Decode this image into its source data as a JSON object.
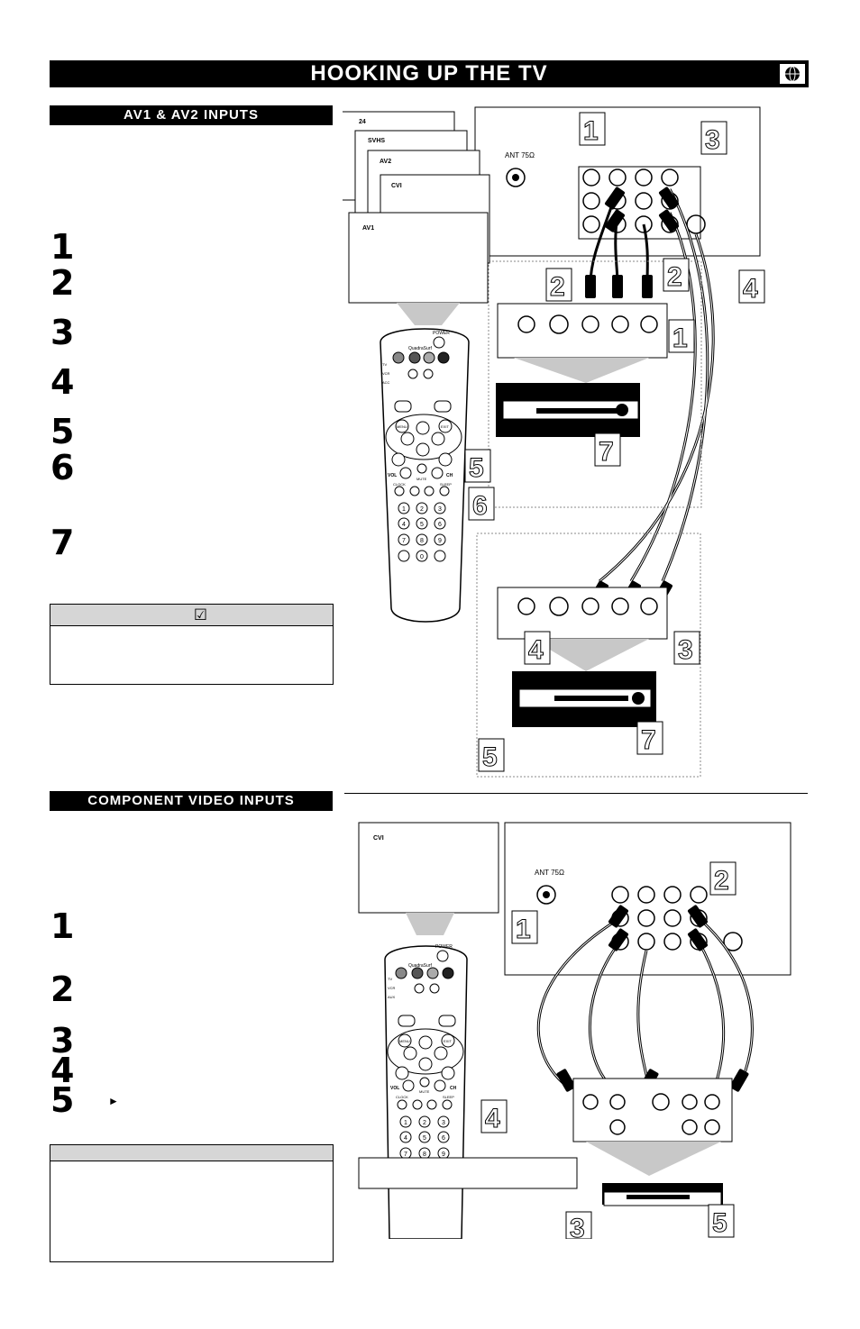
{
  "header": {
    "title": "HOOKING UP THE TV"
  },
  "sections": {
    "av": {
      "heading": "AV1 & AV2 INPUTS",
      "steps": [
        "1",
        "2",
        "3",
        "4",
        "5",
        "6",
        "7"
      ],
      "note_check": "☑"
    },
    "component": {
      "heading": "COMPONENT VIDEO INPUTS",
      "steps": [
        "1",
        "2",
        "3",
        "4",
        "5"
      ],
      "step5_arrow": "►"
    }
  },
  "screens_av": [
    "24",
    "SVHS",
    "AV2",
    "CVI",
    "AV1"
  ],
  "screen_cvi": "CVI",
  "antenna_label": "ANT 75Ω",
  "remote": {
    "power": "POWER",
    "brand": "QuadraSurf",
    "modes": [
      "TV",
      "VCR",
      "ACC"
    ],
    "modes2": [
      "TV",
      "VCR",
      "AUX"
    ],
    "vol": "VOL",
    "ch": "CH",
    "mute": "MUTE",
    "sleep": "SLEEP",
    "clock": "CLOCK",
    "menu": "MENU",
    "exit": "EXIT",
    "numbers": [
      "1",
      "2",
      "3",
      "4",
      "5",
      "6",
      "7",
      "8",
      "9",
      "0"
    ]
  },
  "callouts_top": [
    "1",
    "3",
    "2",
    "4",
    "2",
    "1",
    "7",
    "5",
    "6",
    "4",
    "3",
    "7",
    "5"
  ],
  "callouts_bottom": [
    "2",
    "1",
    "4",
    "5",
    "3"
  ]
}
